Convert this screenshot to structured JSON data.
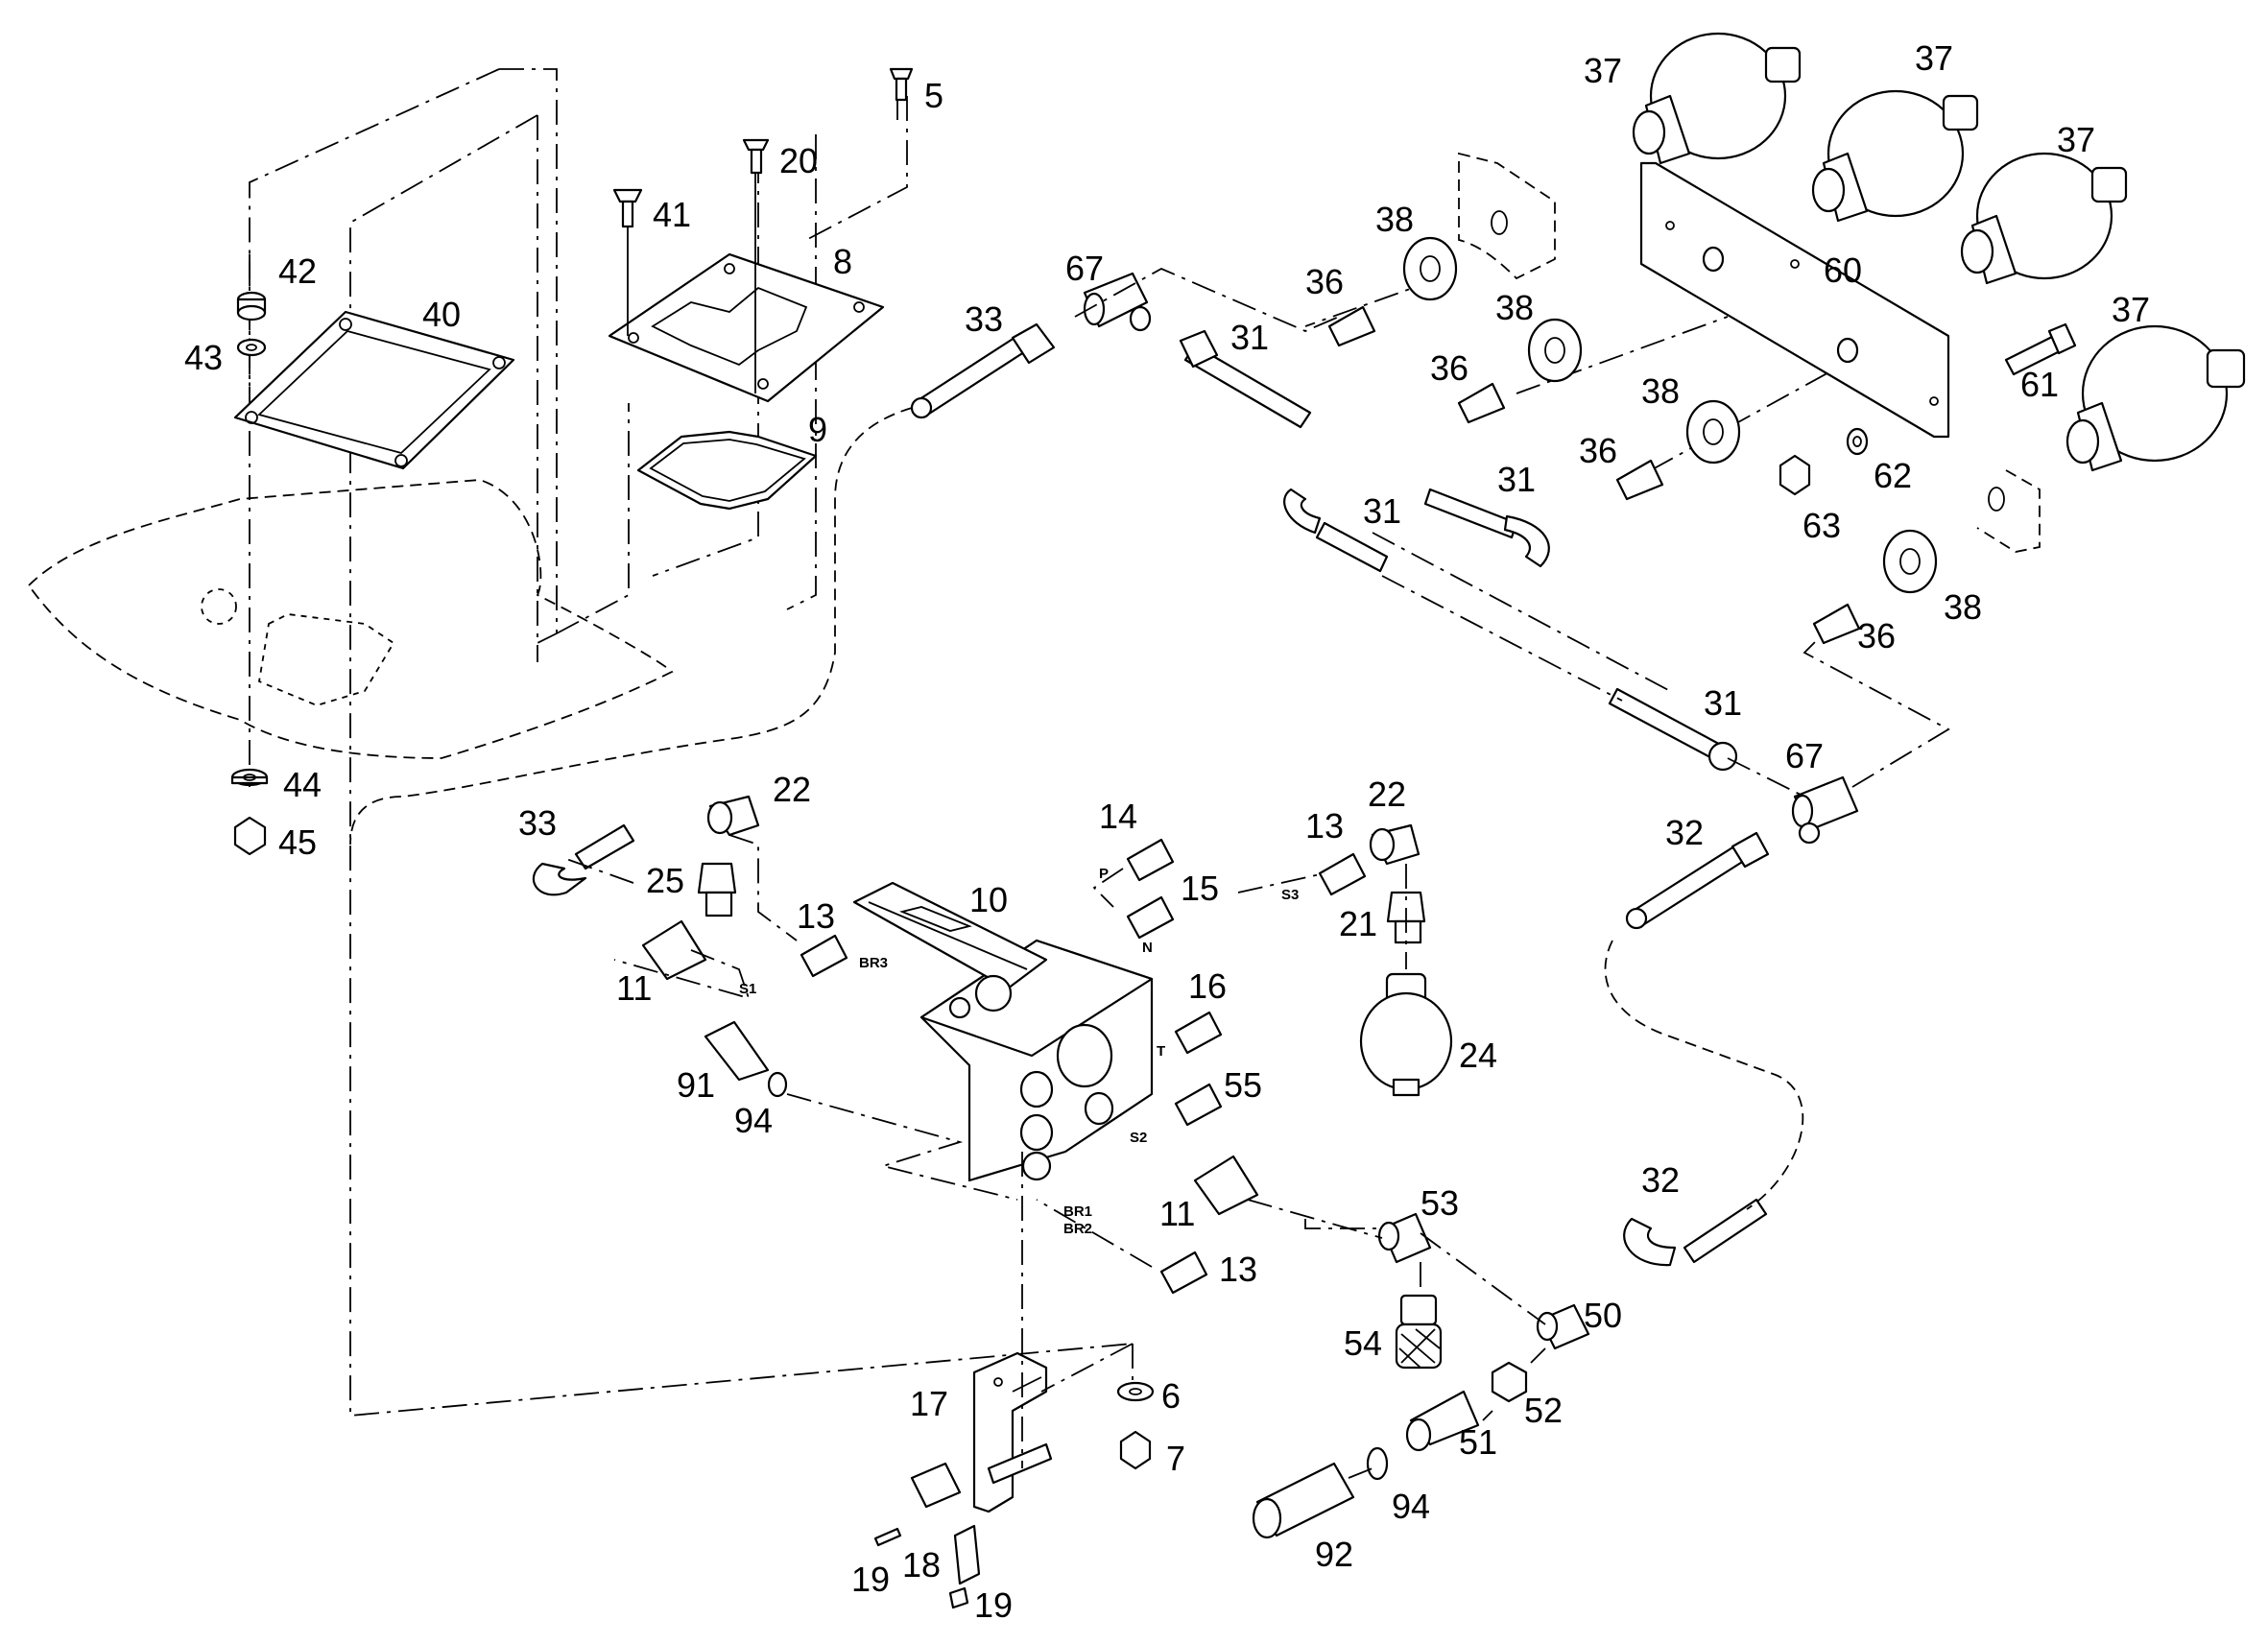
{
  "labels": [
    {
      "id": "l37a",
      "text": "37"
    },
    {
      "id": "l37b",
      "text": "37"
    },
    {
      "id": "l37c",
      "text": "37"
    },
    {
      "id": "l37d",
      "text": "37"
    },
    {
      "id": "l5",
      "text": "5"
    },
    {
      "id": "l20",
      "text": "20"
    },
    {
      "id": "l41",
      "text": "41"
    },
    {
      "id": "l8",
      "text": "8"
    },
    {
      "id": "l9",
      "text": "9"
    },
    {
      "id": "l42",
      "text": "42"
    },
    {
      "id": "l43",
      "text": "43"
    },
    {
      "id": "l40",
      "text": "40"
    },
    {
      "id": "l44",
      "text": "44"
    },
    {
      "id": "l45",
      "text": "45"
    },
    {
      "id": "l33a",
      "text": "33"
    },
    {
      "id": "l33b",
      "text": "33"
    },
    {
      "id": "l67a",
      "text": "67"
    },
    {
      "id": "l67b",
      "text": "67"
    },
    {
      "id": "l31a",
      "text": "31"
    },
    {
      "id": "l31b",
      "text": "31"
    },
    {
      "id": "l31c",
      "text": "31"
    },
    {
      "id": "l31d",
      "text": "31"
    },
    {
      "id": "l36a",
      "text": "36"
    },
    {
      "id": "l36b",
      "text": "36"
    },
    {
      "id": "l36c",
      "text": "36"
    },
    {
      "id": "l36d",
      "text": "36"
    },
    {
      "id": "l38a",
      "text": "38"
    },
    {
      "id": "l38b",
      "text": "38"
    },
    {
      "id": "l38c",
      "text": "38"
    },
    {
      "id": "l38d",
      "text": "38"
    },
    {
      "id": "l60",
      "text": "60"
    },
    {
      "id": "l61",
      "text": "61"
    },
    {
      "id": "l62",
      "text": "62"
    },
    {
      "id": "l63",
      "text": "63"
    },
    {
      "id": "l32a",
      "text": "32"
    },
    {
      "id": "l32b",
      "text": "32"
    },
    {
      "id": "l22a",
      "text": "22"
    },
    {
      "id": "l22b",
      "text": "22"
    },
    {
      "id": "l25",
      "text": "25"
    },
    {
      "id": "l13a",
      "text": "13"
    },
    {
      "id": "l13b",
      "text": "13"
    },
    {
      "id": "l13c",
      "text": "13"
    },
    {
      "id": "l14",
      "text": "14"
    },
    {
      "id": "l15",
      "text": "15"
    },
    {
      "id": "l10",
      "text": "10"
    },
    {
      "id": "l21",
      "text": "21"
    },
    {
      "id": "l24",
      "text": "24"
    },
    {
      "id": "l16",
      "text": "16"
    },
    {
      "id": "l55",
      "text": "55"
    },
    {
      "id": "l11a",
      "text": "11"
    },
    {
      "id": "l11b",
      "text": "11"
    },
    {
      "id": "l91",
      "text": "91"
    },
    {
      "id": "l94a",
      "text": "94"
    },
    {
      "id": "l94b",
      "text": "94"
    },
    {
      "id": "l53",
      "text": "53"
    },
    {
      "id": "l54",
      "text": "54"
    },
    {
      "id": "l50",
      "text": "50"
    },
    {
      "id": "l52",
      "text": "52"
    },
    {
      "id": "l51",
      "text": "51"
    },
    {
      "id": "l92",
      "text": "92"
    },
    {
      "id": "l17",
      "text": "17"
    },
    {
      "id": "l6",
      "text": "6"
    },
    {
      "id": "l7",
      "text": "7"
    },
    {
      "id": "l18",
      "text": "18"
    },
    {
      "id": "l19a",
      "text": "19"
    },
    {
      "id": "l19b",
      "text": "19"
    }
  ],
  "ports": [
    {
      "id": "pP",
      "text": "P"
    },
    {
      "id": "pN",
      "text": "N"
    },
    {
      "id": "pS3",
      "text": "S3"
    },
    {
      "id": "pBR3",
      "text": "BR3"
    },
    {
      "id": "pS1",
      "text": "S1"
    },
    {
      "id": "pT",
      "text": "T"
    },
    {
      "id": "pS2",
      "text": "S2"
    },
    {
      "id": "pBR1",
      "text": "BR1"
    },
    {
      "id": "pBR2",
      "text": "BR2"
    }
  ]
}
